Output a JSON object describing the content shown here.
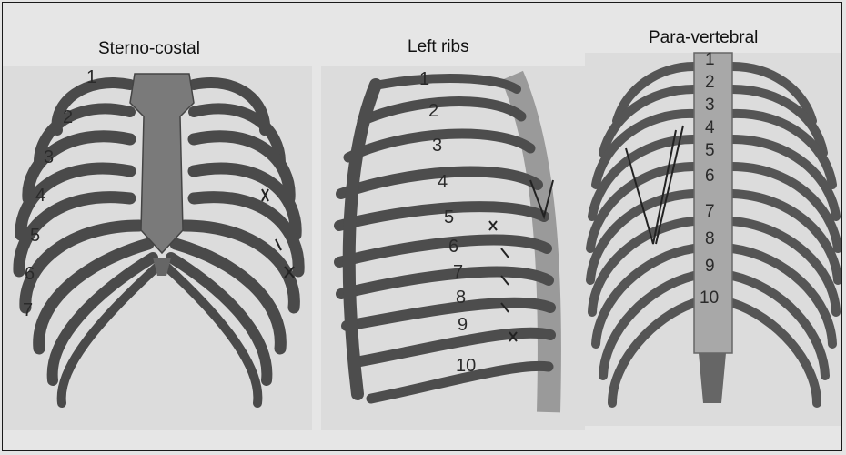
{
  "panels": [
    {
      "title": "Sterno-costal",
      "rib_numbers": [
        "1",
        "2",
        "3",
        "4",
        "5",
        "6",
        "7"
      ]
    },
    {
      "title": "Left ribs",
      "rib_numbers": [
        "1",
        "2",
        "3",
        "4",
        "5",
        "6",
        "7",
        "8",
        "9",
        "10"
      ]
    },
    {
      "title": "Para-vertebral",
      "rib_numbers": [
        "1",
        "2",
        "3",
        "4",
        "5",
        "6",
        "7",
        "8",
        "9",
        "10"
      ]
    }
  ]
}
